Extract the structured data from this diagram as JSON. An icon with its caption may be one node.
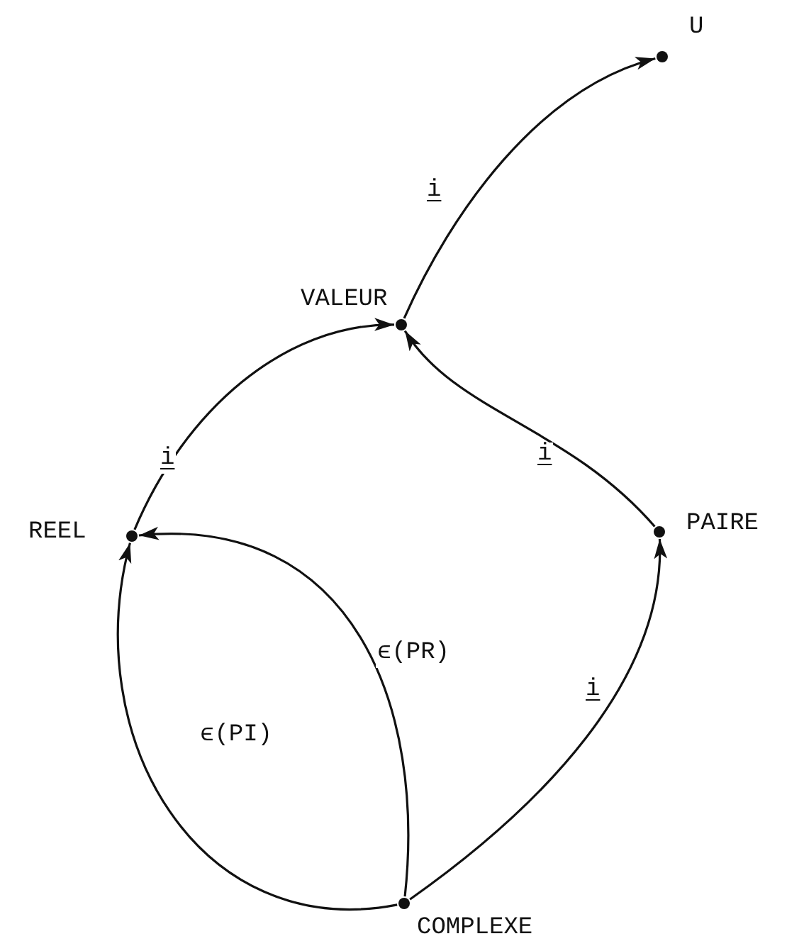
{
  "diagram": {
    "nodes": [
      {
        "text": [
          "U"
        ]
      },
      {
        "text": [
          "VALEUR"
        ]
      },
      {
        "text": [
          "REEL"
        ]
      },
      {
        "text": [
          "PAIRE"
        ]
      },
      {
        "text": [
          "COMPLEXE"
        ]
      }
    ],
    "edges": [
      {
        "from": 1,
        "to": 0,
        "arrow": "to",
        "label": "i"
      },
      {
        "from": 2,
        "to": 1,
        "arrow": "to",
        "label": "i"
      },
      {
        "from": 3,
        "to": 1,
        "arrow": "to",
        "label": "i"
      },
      {
        "from": 4,
        "to": 3,
        "arrow": "to",
        "label": "i"
      },
      {
        "from": 4,
        "to": 2,
        "arrow": "to",
        "label": "ϵ(PR)"
      },
      {
        "from": 4,
        "to": 2,
        "arrow": "to",
        "label": "ϵ(PI)"
      }
    ]
  }
}
